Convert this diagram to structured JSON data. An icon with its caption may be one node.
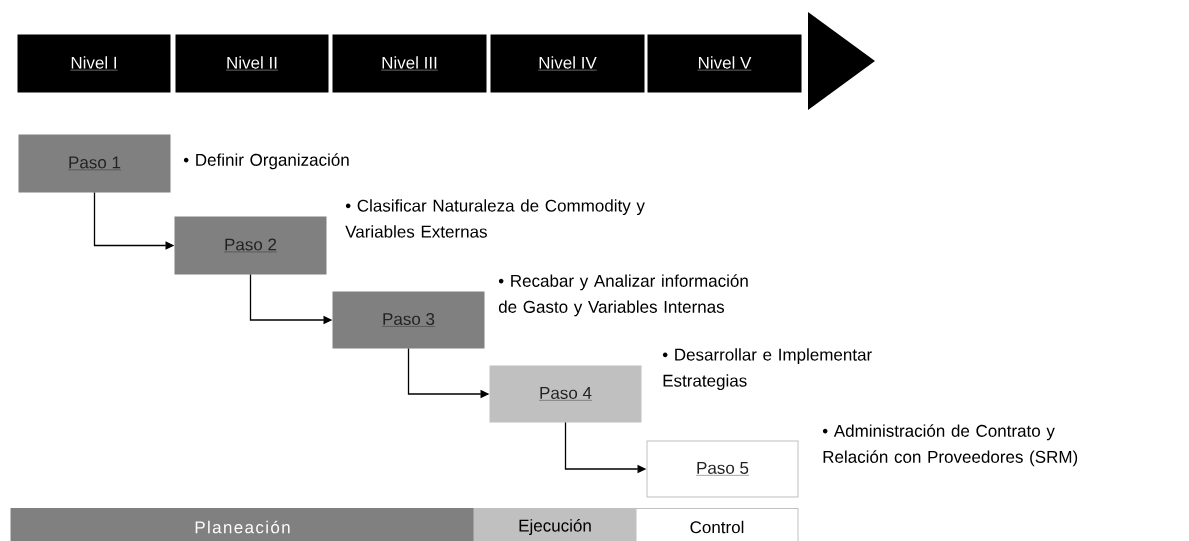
{
  "diagram": {
    "nodes": [
      {
        "text": [
          "Nivel I"
        ]
      },
      {
        "text": [
          "Nivel II"
        ]
      },
      {
        "text": [
          "Nivel III"
        ]
      },
      {
        "text": [
          "Nivel IV"
        ]
      },
      {
        "text": [
          "Nivel V"
        ]
      },
      {
        "text": [
          "Paso 1"
        ],
        "beside": [
          "• Definir Organización"
        ]
      },
      {
        "text": [
          "Paso 2"
        ],
        "beside": [
          "• Clasificar Naturaleza de Commodity y Variables Externas"
        ]
      },
      {
        "text": [
          "Paso 3"
        ],
        "beside": [
          "• Recabar y Analizar información de Gasto y Variables Internas"
        ]
      },
      {
        "text": [
          "Paso 4"
        ],
        "beside": [
          "• Desarrollar e Implementar Estrategias"
        ]
      },
      {
        "text": [
          "Paso 5"
        ],
        "beside": [
          "• Administración de Contrato y Relación con Proveedores (SRM)"
        ]
      },
      {
        "text": [
          "Planeación"
        ]
      },
      {
        "text": [
          "Ejecución"
        ]
      },
      {
        "text": [
          "Control"
        ]
      }
    ],
    "edges": [
      {
        "from": 5,
        "to": 6,
        "arrow": "to"
      },
      {
        "from": 6,
        "to": 7,
        "arrow": "to"
      },
      {
        "from": 7,
        "to": 8,
        "arrow": "to"
      },
      {
        "from": 8,
        "to": 9,
        "arrow": "to"
      }
    ]
  }
}
